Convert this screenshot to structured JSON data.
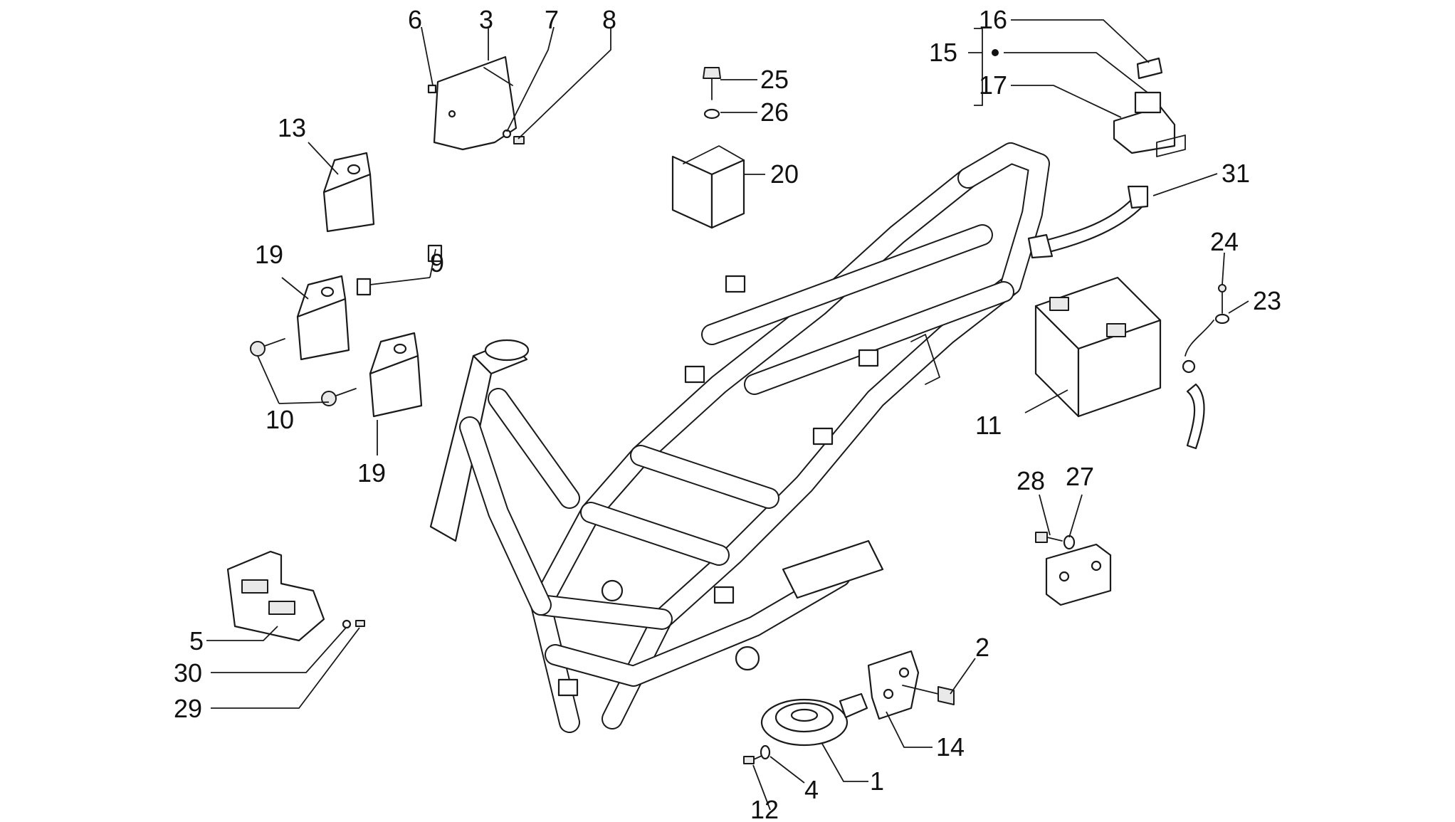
{
  "diagram": {
    "type": "exploded-parts-diagram",
    "line_color": "#1a1a1a",
    "background": "#ffffff",
    "callouts": [
      {
        "id": "c1",
        "label": "1"
      },
      {
        "id": "c2",
        "label": "2"
      },
      {
        "id": "c3",
        "label": "3"
      },
      {
        "id": "c4",
        "label": "4"
      },
      {
        "id": "c5",
        "label": "5"
      },
      {
        "id": "c6",
        "label": "6"
      },
      {
        "id": "c7",
        "label": "7"
      },
      {
        "id": "c8",
        "label": "8"
      },
      {
        "id": "c9",
        "label": "9"
      },
      {
        "id": "c10",
        "label": "10"
      },
      {
        "id": "c11",
        "label": "11"
      },
      {
        "id": "c12",
        "label": "12"
      },
      {
        "id": "c13",
        "label": "13"
      },
      {
        "id": "c14",
        "label": "14"
      },
      {
        "id": "c15",
        "label": "15"
      },
      {
        "id": "c16",
        "label": "16"
      },
      {
        "id": "c17",
        "label": "17"
      },
      {
        "id": "c19a",
        "label": "19"
      },
      {
        "id": "c19b",
        "label": "19"
      },
      {
        "id": "c20",
        "label": "20"
      },
      {
        "id": "c23",
        "label": "23"
      },
      {
        "id": "c24",
        "label": "24"
      },
      {
        "id": "c25",
        "label": "25"
      },
      {
        "id": "c26",
        "label": "26"
      },
      {
        "id": "c27",
        "label": "27"
      },
      {
        "id": "c28",
        "label": "28"
      },
      {
        "id": "c29",
        "label": "29"
      },
      {
        "id": "c30",
        "label": "30"
      },
      {
        "id": "c31",
        "label": "31"
      }
    ]
  }
}
